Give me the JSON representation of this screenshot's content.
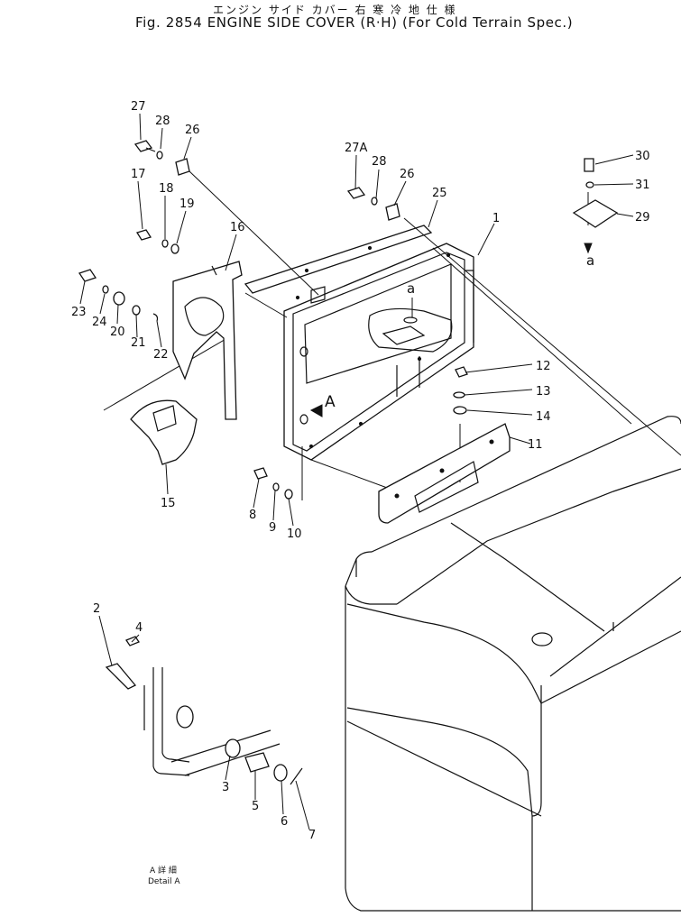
{
  "figure": {
    "title_jp": "エンジン サイド カバー 右 寒 冷 地 仕 様",
    "title_en": "Fig. 2854 ENGINE SIDE COVER (R·H) (For Cold Terrain Spec.)"
  },
  "callouts": [
    "27",
    "28",
    "26",
    "17",
    "18",
    "19",
    "16",
    "23",
    "24",
    "20",
    "21",
    "22",
    "15",
    "27A",
    "28",
    "26",
    "25",
    "1",
    "a",
    "A",
    "12",
    "13",
    "14",
    "11",
    "8",
    "9",
    "10",
    "30",
    "31",
    "29",
    "a",
    "2",
    "4",
    "3",
    "5",
    "6",
    "7"
  ],
  "detail": {
    "label_jp": "A 詳 細",
    "label_en": "Detail A"
  }
}
